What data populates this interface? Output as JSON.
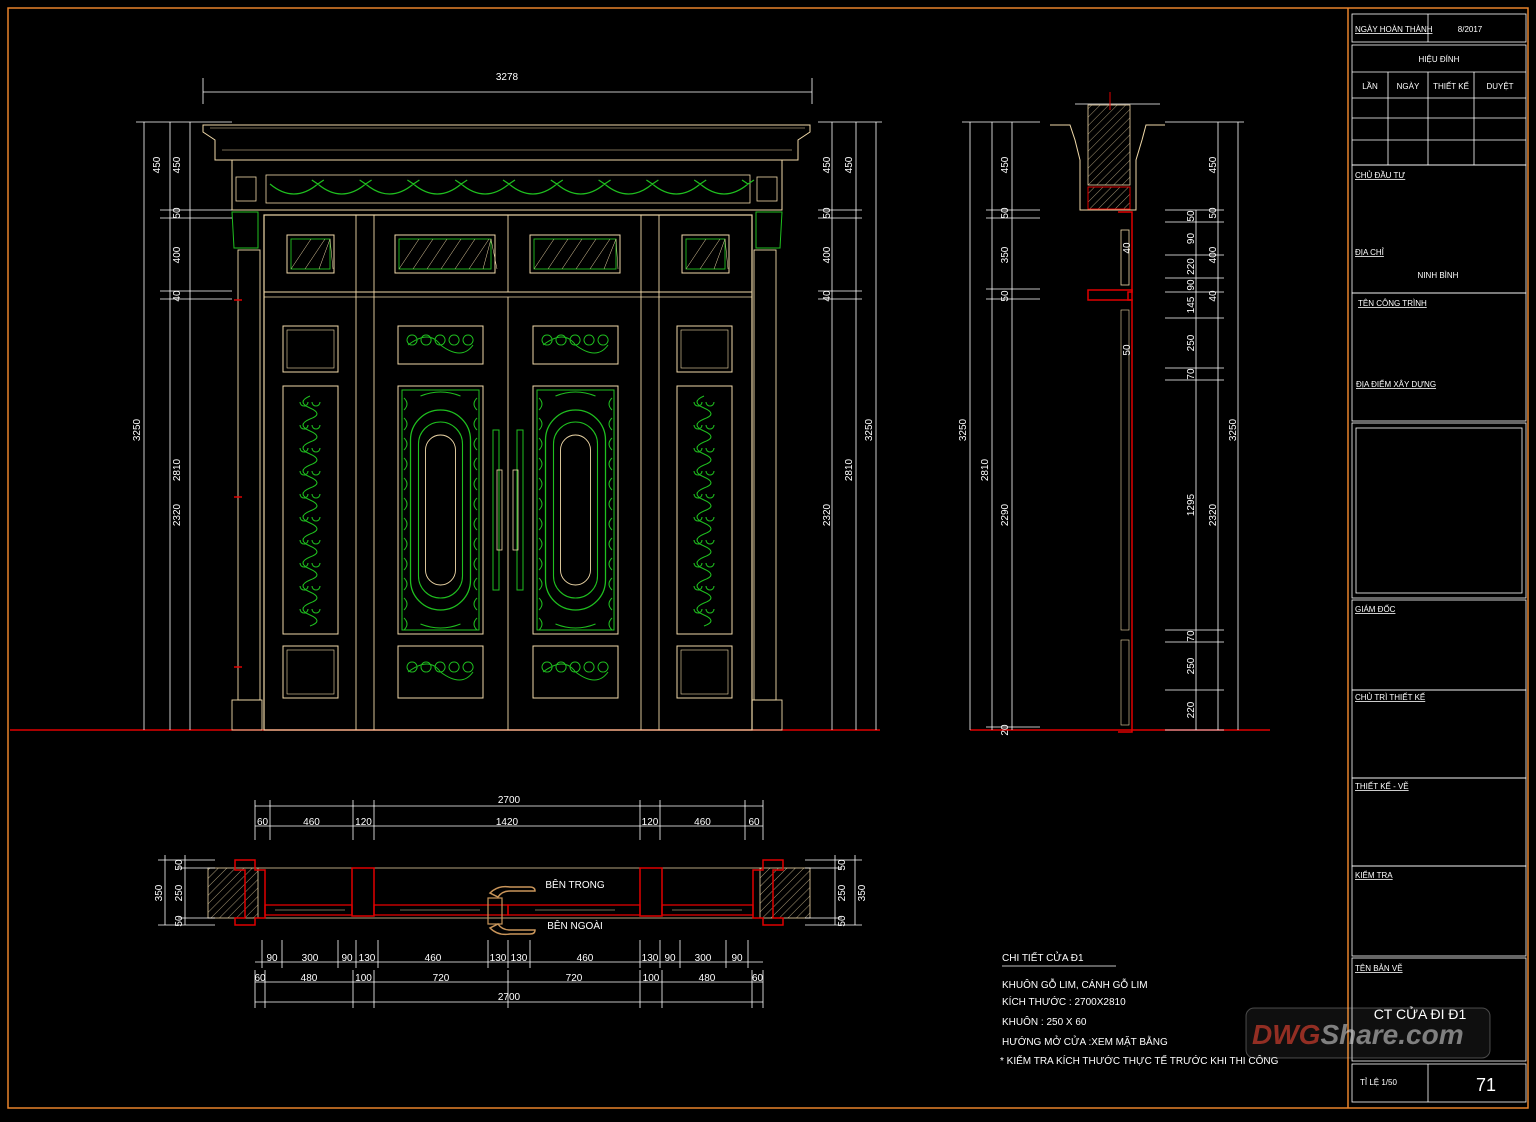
{
  "front_elevation": {
    "overall_width": "3278",
    "left_dims": {
      "total": "3250",
      "sub1": "2810",
      "sub2": "2320",
      "a": "450",
      "b": "50",
      "c": "400",
      "d": "40"
    },
    "left_outer_a": "450",
    "right_dims": {
      "a": "450",
      "a2": "450",
      "b": "50",
      "c": "400",
      "d": "40",
      "sub1": "2810",
      "sub2": "2320",
      "total": "3250"
    }
  },
  "section_view": {
    "left": {
      "total": "3250",
      "a": "450",
      "b": "50",
      "c": "350",
      "d": "50",
      "sub1": "2810",
      "sub2": "2290",
      "base": "20"
    },
    "inner": {
      "a": "40",
      "b": "50"
    },
    "right_inner": [
      "50",
      "90",
      "220",
      "90",
      "145",
      "250",
      "70",
      "1295",
      "70",
      "250",
      "220"
    ],
    "right_outer": {
      "a": "450",
      "b": "50",
      "c": "400",
      "d": "40",
      "e": "2320",
      "total": "3250"
    }
  },
  "plan_view": {
    "top_total": "2700",
    "top_parts": [
      "60",
      "460",
      "120",
      "1420",
      "120",
      "460",
      "60"
    ],
    "bottom_row1": [
      "90",
      "300",
      "90",
      "130",
      "460",
      "130",
      "130",
      "460",
      "130",
      "90",
      "300",
      "90"
    ],
    "bottom_row2": [
      "60",
      "480",
      "100",
      "720",
      "720",
      "100",
      "480",
      "60"
    ],
    "bottom_total": "2700",
    "side_left": {
      "total": "350",
      "a": "50",
      "b": "250",
      "c": "50"
    },
    "side_right": {
      "total": "350",
      "a": "50",
      "b": "250",
      "c": "50"
    },
    "inside_label": "BÊN TRONG",
    "outside_label": "BÊN NGOÀI"
  },
  "notes": {
    "title": "CHI TIẾT CỬA Đ1",
    "lines": [
      "KHUÔN GỖ LIM, CÁNH GỖ LIM",
      "KÍCH THƯỚC : 2700X2810",
      "KHUÔN : 250 X 60",
      "HƯỚNG MỞ CỬA :XEM MẶT BẰNG",
      "* KIỂM TRA KÍCH THƯỚC THỰC TẾ TRƯỚC KHI THI CÔNG"
    ]
  },
  "title_block": {
    "completion_label": "NGÀY HOÀN THÀNH",
    "completion_value": "8/2017",
    "revision_label": "HIỆU ĐÍNH",
    "rev_headers": [
      "LẦN",
      "NGÀY",
      "THIẾT KẾ",
      "DUYỆT"
    ],
    "investor_label": "CHỦ ĐẦU TƯ",
    "address_label": "ĐỊA CHỈ",
    "address_value": "NINH BÌNH",
    "project_label": "TÊN CÔNG TRÌNH",
    "site_label": "ĐỊA ĐIỂM XÂY DỰNG",
    "director_label": "GIÁM ĐỐC",
    "chief_designer_label": "CHỦ TRÌ THIẾT KẾ",
    "drawing_label": "THIẾT KẾ - VẼ",
    "check_label": "KIỂM TRA",
    "sheet_name_label": "TÊN BẢN VẼ",
    "sheet_name_value": "CT CỬA ĐI Đ1",
    "scale_label": "TỈ LỆ 1/50",
    "sheet_number": "71"
  },
  "watermark": {
    "part1": "DWG",
    "part2": "Share.com",
    "color1": "#c0392b",
    "color2": "#dddddd"
  },
  "colors": {
    "frame": "#e8832a",
    "dim_line": "#ffffff",
    "ground": "#e00000",
    "ornament": "#1fbf1f",
    "outline": "#f0d9a8"
  }
}
